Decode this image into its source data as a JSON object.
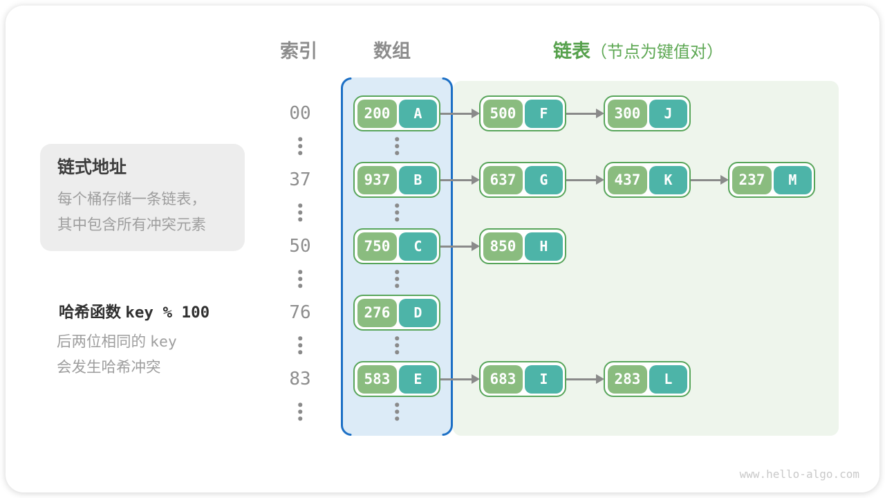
{
  "headers": {
    "index": "索引",
    "array": "数组",
    "list": "链表",
    "list_note": "（节点为键值对）"
  },
  "sidebar": {
    "title": "链式地址",
    "desc_line1": "每个桶存储一条链表，",
    "desc_line2": "其中包含所有冲突元素",
    "hash_label": "哈希函数",
    "hash_code": "key % 100",
    "note_line1_text": "后两位相同的",
    "note_line1_code": "key",
    "note_line2": "会发生哈希冲突"
  },
  "colors": {
    "node_border_green": "#57a55a",
    "key_cell_green": "#8abc7f",
    "value_cell_teal": "#4db4a8",
    "array_panel_fill": "#dcebf7",
    "array_panel_border": "#1c6fc5",
    "list_panel_fill": "#eef5ec",
    "arrow_gray": "#8a8a8a",
    "header_green": "#55a04b",
    "header_gray": "#8c8c8c"
  },
  "diagram": {
    "rows": [
      {
        "index": "00",
        "bucket": {
          "key": "200",
          "value": "A"
        },
        "chain": [
          {
            "key": "500",
            "value": "F"
          },
          {
            "key": "300",
            "value": "J"
          }
        ]
      },
      {
        "index": "37",
        "bucket": {
          "key": "937",
          "value": "B"
        },
        "chain": [
          {
            "key": "637",
            "value": "G"
          },
          {
            "key": "437",
            "value": "K"
          },
          {
            "key": "237",
            "value": "M"
          }
        ]
      },
      {
        "index": "50",
        "bucket": {
          "key": "750",
          "value": "C"
        },
        "chain": [
          {
            "key": "850",
            "value": "H"
          }
        ]
      },
      {
        "index": "76",
        "bucket": {
          "key": "276",
          "value": "D"
        },
        "chain": []
      },
      {
        "index": "83",
        "bucket": {
          "key": "583",
          "value": "E"
        },
        "chain": [
          {
            "key": "683",
            "value": "I"
          },
          {
            "key": "283",
            "value": "L"
          }
        ]
      }
    ]
  },
  "page": {
    "watermark": "www.hello-algo.com"
  }
}
